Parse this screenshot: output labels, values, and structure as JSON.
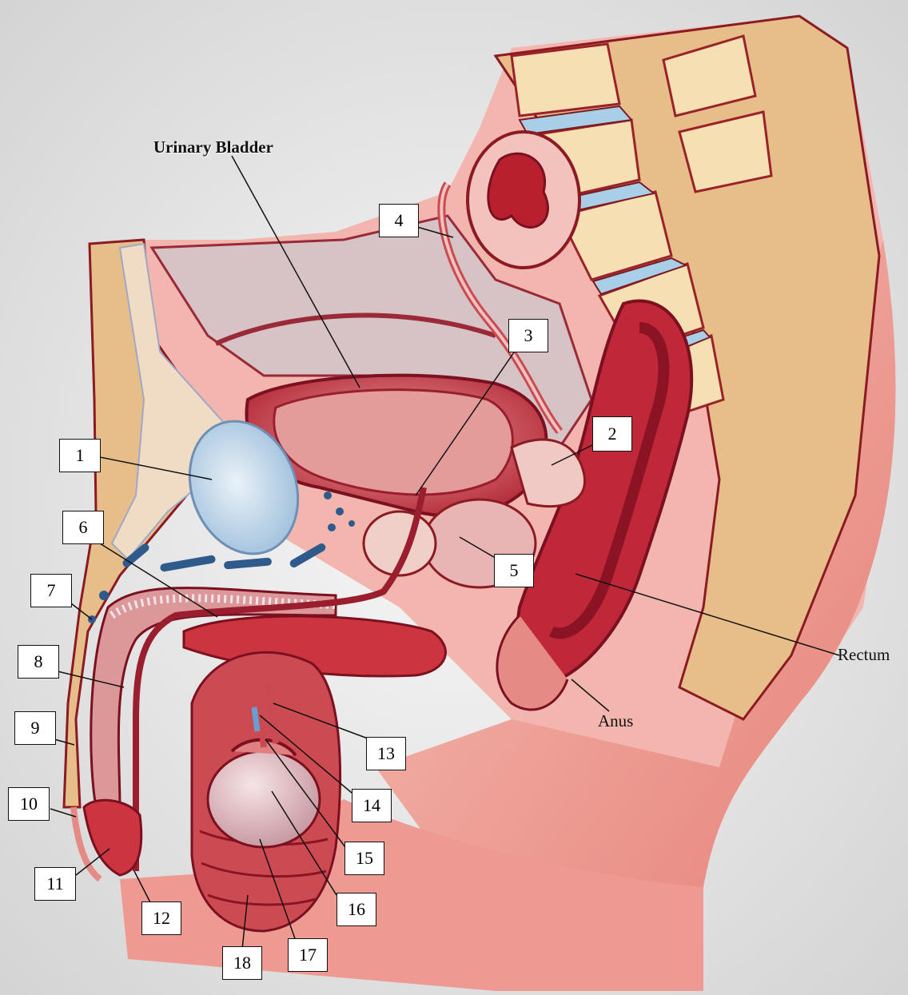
{
  "labels": {
    "urinary_bladder": "Urinary Bladder",
    "rectum": "Rectum",
    "anus": "Anus"
  },
  "numbers": [
    "1",
    "2",
    "3",
    "4",
    "5",
    "6",
    "7",
    "8",
    "9",
    "10",
    "11",
    "12",
    "13",
    "14",
    "15",
    "16",
    "17",
    "18"
  ],
  "colors": {
    "background": "#e6e6e6",
    "skin": "#f0a8a0",
    "tissue_red": "#c8283a",
    "fat": "#e8c58a",
    "cartilage": "#b8d4e8",
    "bone": "#f6dfb2"
  }
}
